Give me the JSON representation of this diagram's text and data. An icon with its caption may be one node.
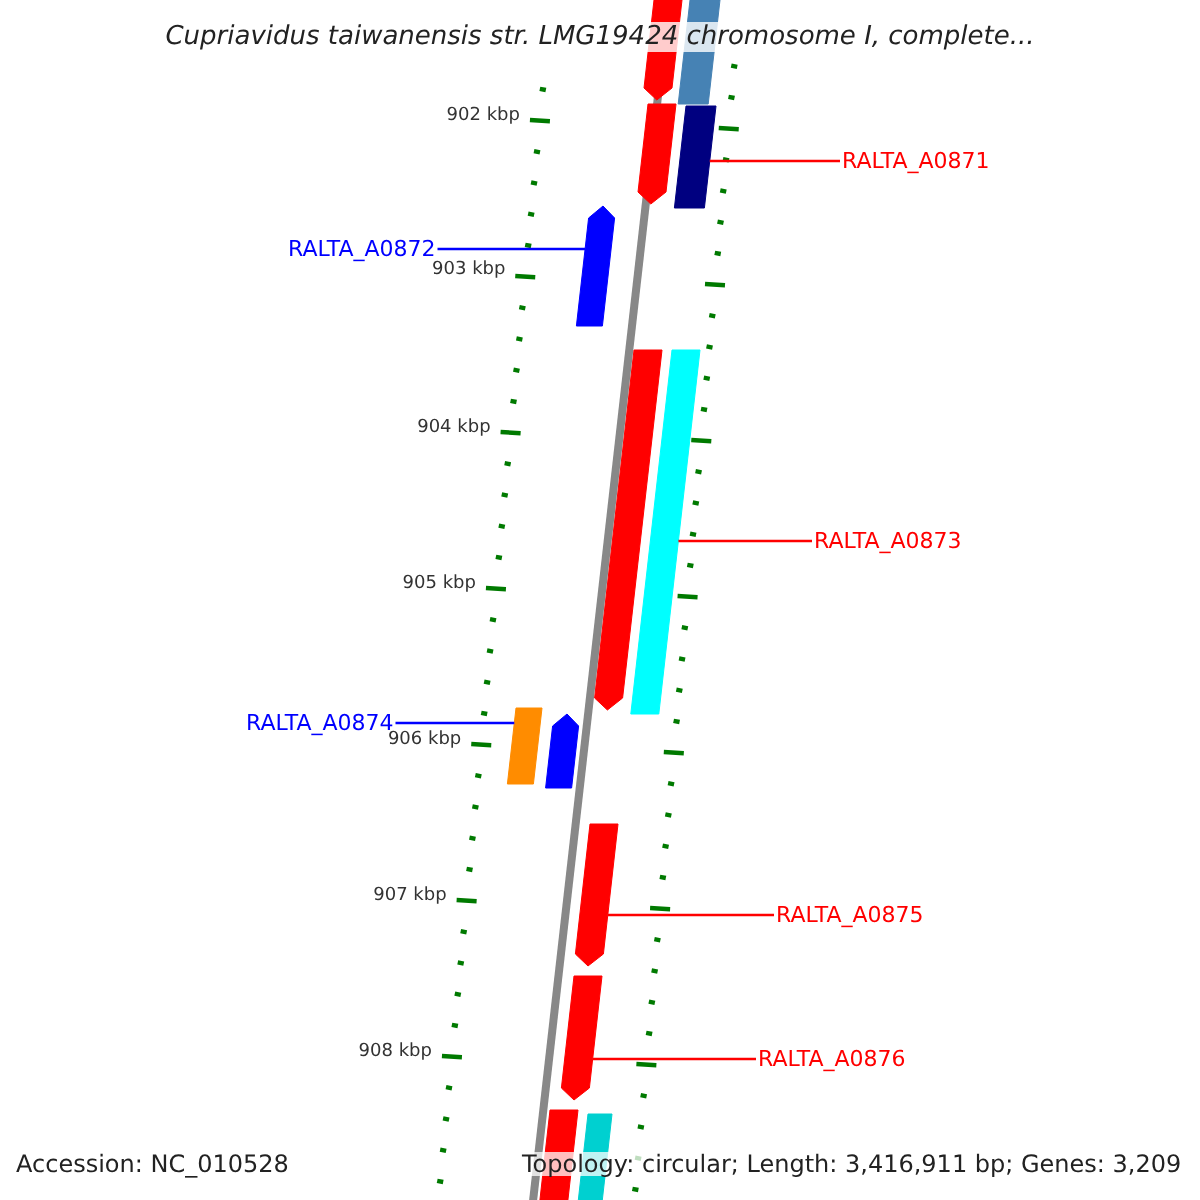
{
  "diagram": {
    "title": "Cupriavidus taiwanensis str. LMG19424 chromosome I, complete...",
    "nodes": [
      {
        "text": [
          "RALTA_A0871"
        ]
      },
      {
        "text": [],
        "shape": "bar"
      },
      {
        "text": [
          "RALTA_A0872"
        ]
      },
      {
        "text": [],
        "shape": "bar"
      },
      {
        "text": [
          "RALTA_A0873"
        ]
      },
      {
        "text": [],
        "shape": "bar"
      },
      {
        "text": [
          "RALTA_A0874"
        ]
      },
      {
        "text": [],
        "shape": "bar"
      },
      {
        "text": [
          "RALTA_A0875"
        ]
      },
      {
        "text": [],
        "shape": "bar"
      },
      {
        "text": [
          "RALTA_A0876"
        ]
      },
      {
        "text": [],
        "shape": "bar"
      },
      {
        "text": [],
        "shape": "bar"
      },
      {
        "text": [],
        "shape": "bar"
      },
      {
        "text": [],
        "shape": "bar"
      },
      {
        "text": [],
        "shape": "bar"
      },
      {
        "text": [],
        "shape": "bar"
      },
      {
        "text": [],
        "shape": "bar"
      },
      {
        "text": [],
        "shape": "bar"
      }
    ],
    "edges": [
      {
        "from": 0,
        "to": 1,
        "arrow": "none"
      },
      {
        "from": 2,
        "to": 3,
        "arrow": "none",
        "color": "#0000ff"
      },
      {
        "from": 4,
        "to": 5,
        "arrow": "none"
      },
      {
        "from": 6,
        "to": 7,
        "arrow": "none",
        "color": "#0000ff"
      },
      {
        "from": 8,
        "to": 9,
        "arrow": "none"
      },
      {
        "from": 10,
        "to": 11,
        "arrow": "none"
      }
    ],
    "labels": [
      "902 kbp",
      "903 kbp",
      "904 kbp",
      "905 kbp",
      "906 kbp",
      "907 kbp",
      "908 kbp",
      "Accession: NC_010528",
      "Topology: circular; Length: 3,416,911 bp; Genes: 3,209"
    ]
  }
}
